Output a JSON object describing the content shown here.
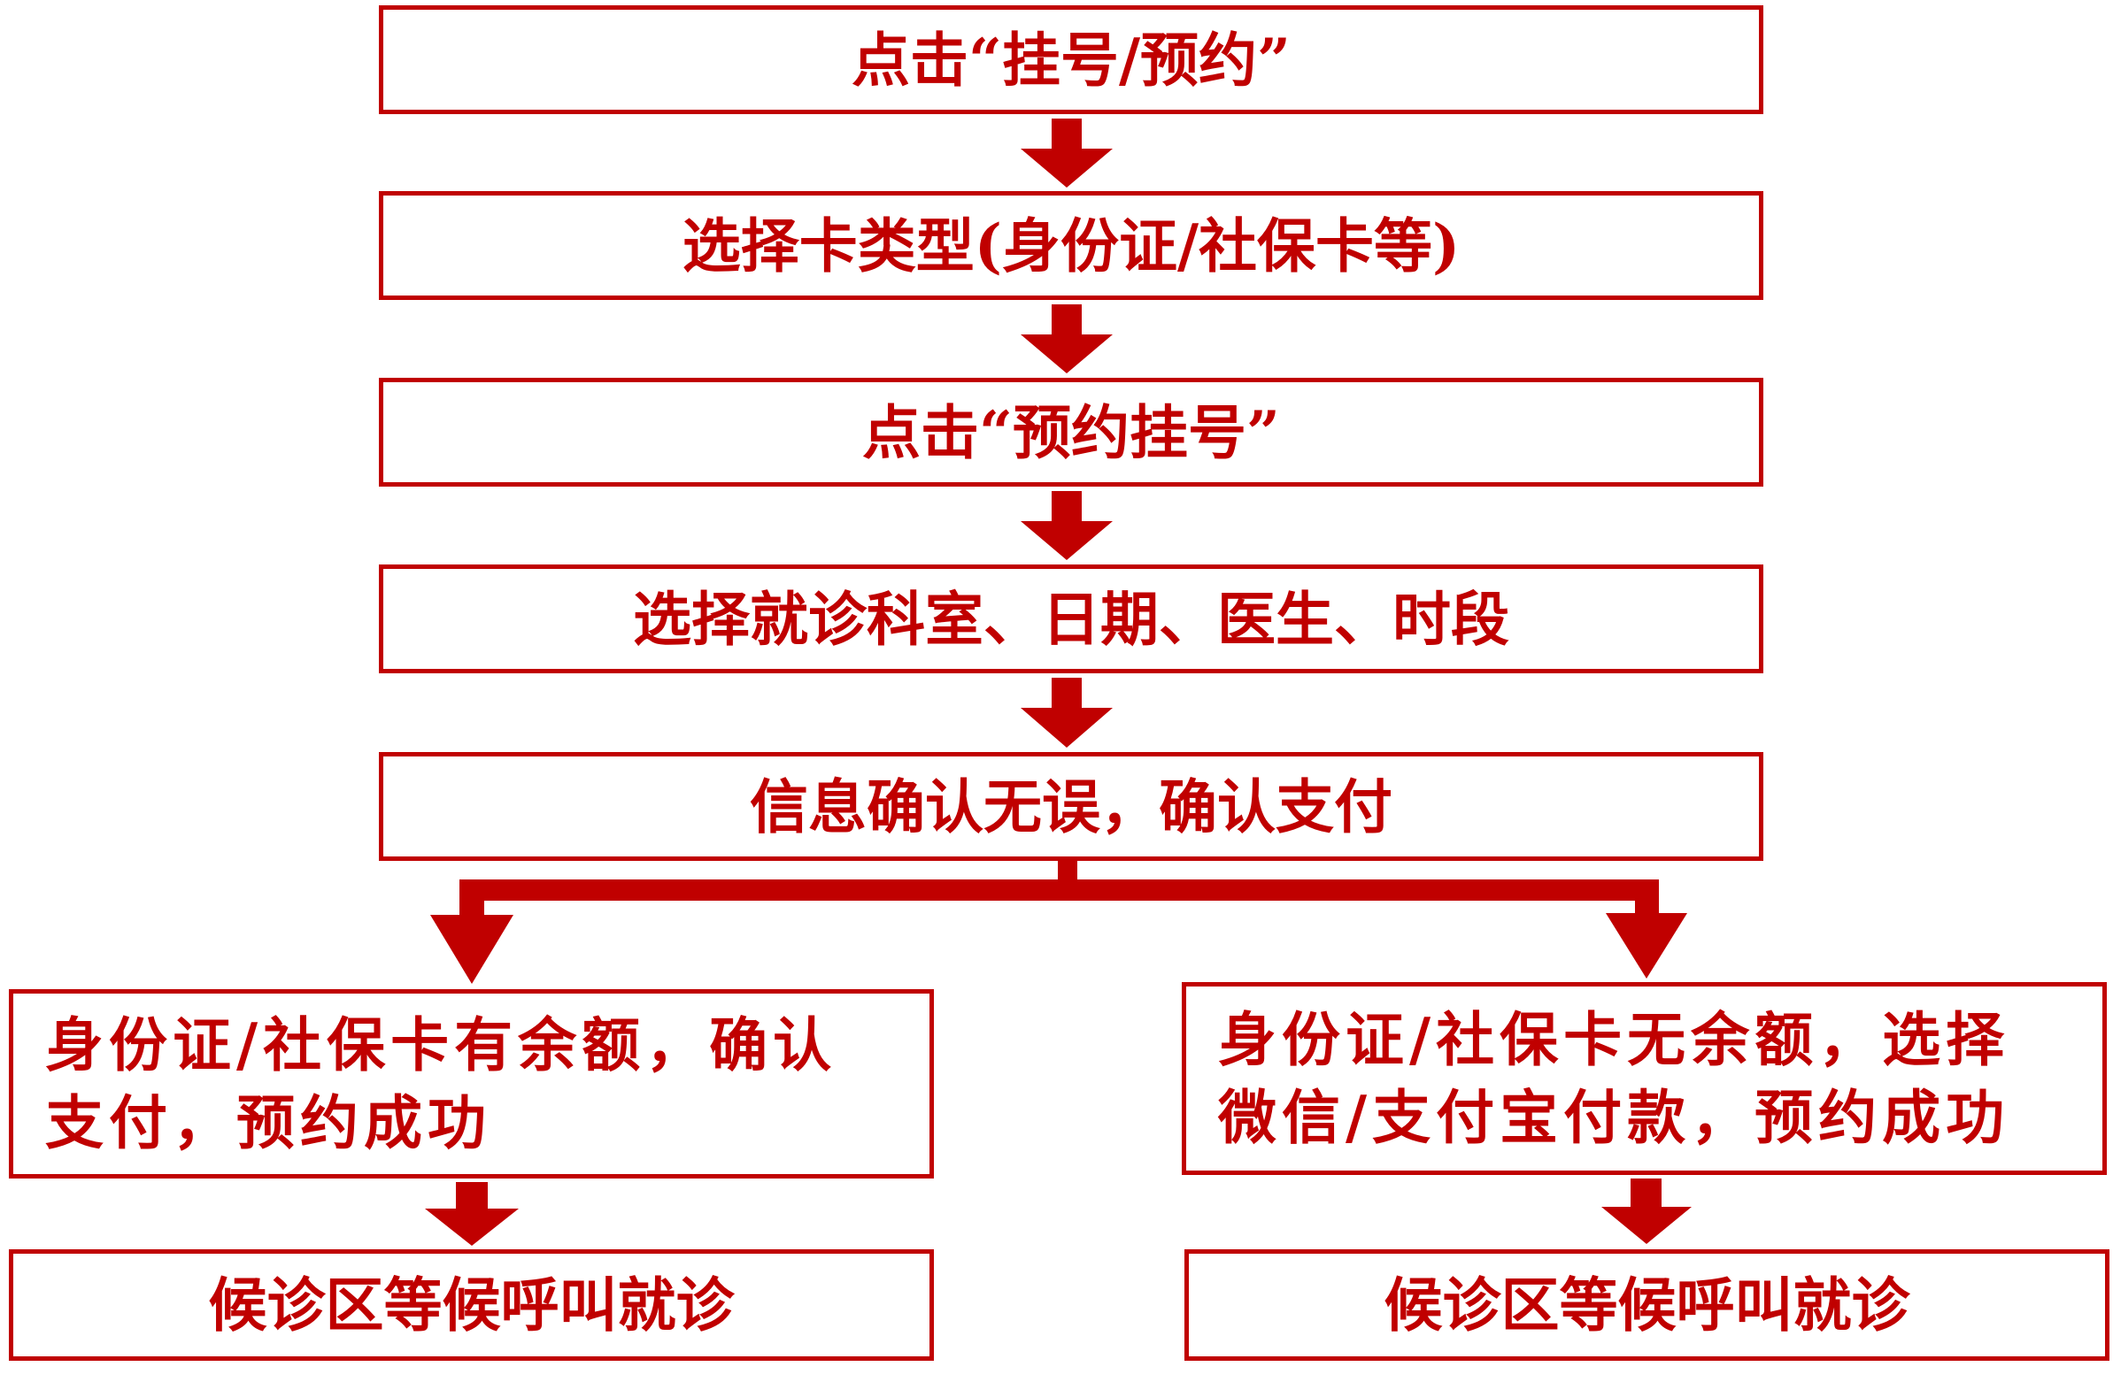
{
  "colors": {
    "accent": "#c00000",
    "background": "#ffffff"
  },
  "flow": {
    "step1": "点击“挂号/预约”",
    "step2": "选择卡类型(身份证/社保卡等)",
    "step3": "点击“预约挂号”",
    "step4": "选择就诊科室、日期、医生、时段",
    "step5": "信息确认无误，确认支付",
    "branch_left": {
      "line1": "身份证/社保卡有余额，确认",
      "line2": "支付，预约成功"
    },
    "branch_right": {
      "line1": "身份证/社保卡无余额，选择",
      "line2": "微信/支付宝付款，预约成功"
    },
    "end_left": "候诊区等候呼叫就诊",
    "end_right": "候诊区等候呼叫就诊"
  }
}
